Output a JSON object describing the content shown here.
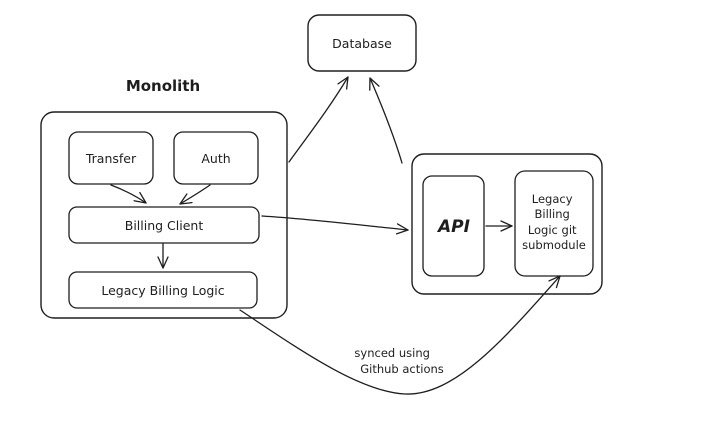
{
  "diagram": {
    "monolith_title": "Monolith",
    "database_label": "Database",
    "transfer_label": "Transfer",
    "auth_label": "Auth",
    "billing_client_label": "Billing Client",
    "legacy_billing_logic_label": "Legacy Billing Logic",
    "api_label": "API",
    "submodule_lines": [
      "Legacy",
      "Billing",
      "Logic git",
      "submodule"
    ],
    "sync_lines": [
      "synced using",
      "Github actions"
    ]
  },
  "colors": {
    "stroke": "#1e1e1e",
    "background": "#ffffff"
  }
}
